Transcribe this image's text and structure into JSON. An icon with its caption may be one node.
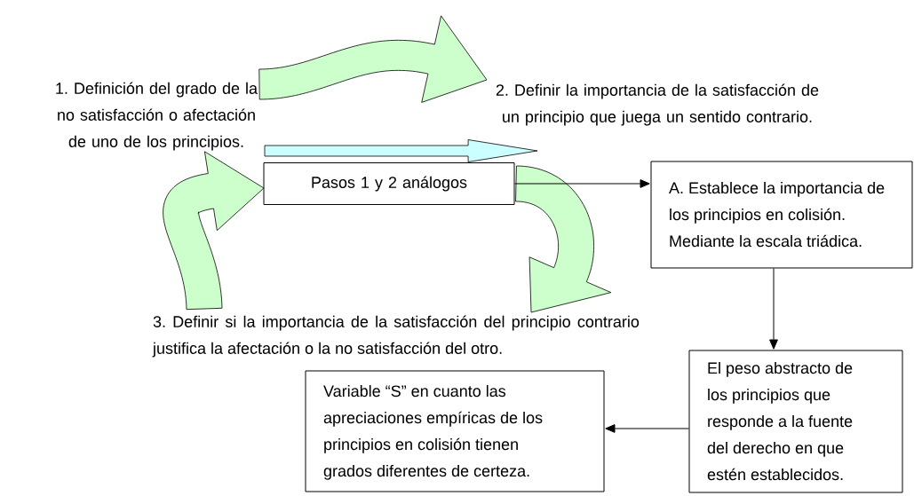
{
  "diagram": {
    "nodes": [
      {
        "text": [
          "1. Definición del grado de la no satisfacción o afectación de uno de los principios."
        ]
      },
      {
        "text": [
          "2. Definir la importancia de la satisfacción de un principio que juega un sentido contrario."
        ]
      },
      {
        "text": [
          "Pasos 1 y 2 análogos"
        ]
      },
      {
        "text": [
          "3. Definir si la importancia de la satisfacción del principio contrario justifica la afectación o la no satisfacción del otro."
        ]
      },
      {
        "text": [
          "A. Establece la importancia de los principios en colisión. Mediante la escala triádica."
        ]
      },
      {
        "text": [
          "El peso abstracto de los principios que responde a la fuente del derecho en que estén establecidos."
        ]
      },
      {
        "text": [
          "Variable “S” en cuanto las apreciaciones empíricas de los principios en colisión tienen grados diferentes de certeza."
        ]
      }
    ],
    "edges": [
      {
        "from": 0,
        "to": 1,
        "arrow": "to",
        "style": "thick",
        "color": "#ccffcc"
      },
      {
        "from": 2,
        "to": 3,
        "arrow": "to",
        "style": "thick",
        "color": "#ccffcc"
      },
      {
        "from": 3,
        "to": 2,
        "arrow": "to",
        "style": "thick",
        "color": "#ccffcc"
      },
      {
        "from": 2,
        "to": 4,
        "arrow": "to"
      },
      {
        "from": 4,
        "to": 5,
        "arrow": "to"
      },
      {
        "from": 5,
        "to": 6,
        "arrow": "to"
      },
      {
        "from": 0,
        "to": 2,
        "arrow": "to",
        "style": "thick",
        "color": "#ccffff"
      }
    ]
  }
}
